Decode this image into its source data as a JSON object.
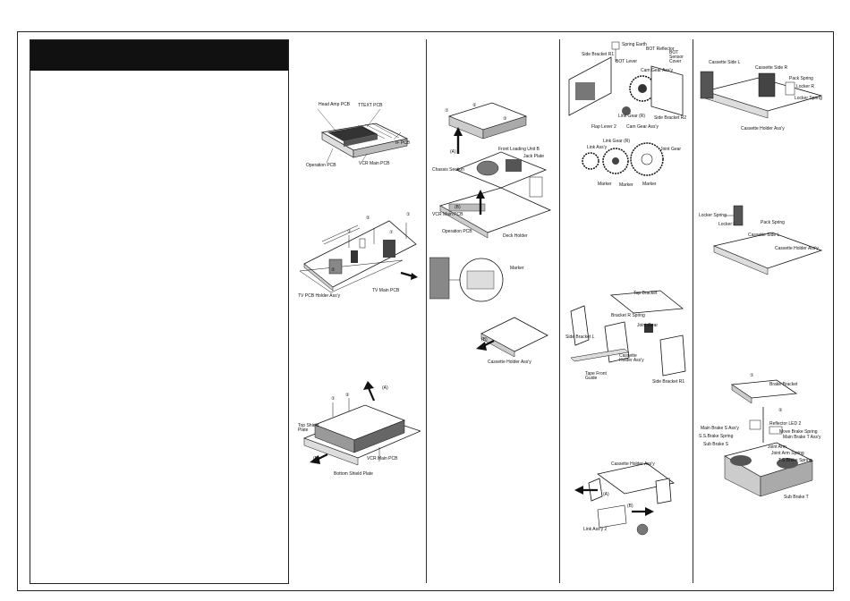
{
  "fig1": {
    "head_amp": "Head Amp PCB",
    "ttext": "TTEXT PCB",
    "if_pcb": "IF PCB",
    "operation": "Operation PCB",
    "vcr_main": "VCR Main PCB"
  },
  "fig2": {
    "tv_holder": "TV PCB Holder Ass'y",
    "tv_main": "TV Main PCB"
  },
  "fig3": {
    "top_shield": "Top Shield\nPlate",
    "vcr_main": "VCR Main PCB",
    "bottom_shield": "Bottom Shield Plate",
    "a": "(A)",
    "b": "(B)"
  },
  "fig4": {
    "front_loading": "Front Loading Unit B",
    "jack_plate": "Jack Plate",
    "chassis_section": "Chassis Section",
    "vcr_main": "VCR Main PCB",
    "operation": "Operation PCB",
    "deck_holder": "Deck Holder",
    "a": "(A)",
    "b": "(B)"
  },
  "fig5": {
    "marker": "Marker",
    "cassette_holder": "Cassette Holder Ass'y",
    "b": "(B)"
  },
  "fig6": {
    "spring_earth": "Spring Earth",
    "side_bracket_r1": "Side Bracket R1",
    "bot_reflector": "BOT Reflector",
    "bot_lever": "BOT Lever",
    "bot_sensor_cover": "BOT Sensor\nCover",
    "cam_gear": "Cam Gear Ass'y",
    "side_bracket_r2": "Side Bracket R2",
    "link_gear_r": "Link Gear (R)",
    "flap_lever": "Flap Lever 2",
    "cam_gear2": "Cam Gear Ass'y"
  },
  "fig7": {
    "link_gear_r": "Link Gear (R)",
    "link_assy": "Link Ass'y",
    "joint_gear": "Joint Gear",
    "marker1": "Marker",
    "marker2": "Marker",
    "marker3": "Marker"
  },
  "fig8": {
    "top_bracket": "Top Bracket",
    "bracket_r_spring": "Bracket R Spring",
    "joint gear": "Joint Gear",
    "side_bracket_l": "Side Bracket L",
    "cassette_holder": "Cassette\nHolder Ass'y",
    "tape_front_guide": "Tape Front\nGuide",
    "side_bracket_r1": "Side Bracket R1"
  },
  "fig9": {
    "cassette_holder": "Cassette Holder Ass'y",
    "link_assy2": "Link Ass'y 2",
    "a": "(A)",
    "b": "(B)"
  },
  "fig10": {
    "cassette_side_l": "Cassette Side L",
    "cassette_side_r": "Cassette Side R",
    "pack_spring": "Pack Spring",
    "locker_r": "Locker R",
    "locker_spring": "Locker Spring",
    "cassette_holder": "Cassette Holder Ass'y"
  },
  "fig11": {
    "locker_spring": "Locker Spring",
    "locker_l": "Locker L",
    "pack_spring": "Pack Spring",
    "cassette_side_l": "Cassette Side L",
    "cassette_holder": "Cassette Holder Ass'y"
  },
  "fig12": {
    "brake_bracket": "Brake Bracket",
    "reflector_led2": "Reflector LED 2",
    "main_brake_s": "Main Brake S Ass'y",
    "move_brake_spring": "Move Brake Spring",
    "ss_brake_spring": "S.S.Brake Spring",
    "main_brake_t": "Main Brake T Ass'y",
    "sub_brake_s": "Sub Brake S",
    "joint_arm": "Joint Arm",
    "joint_arm_spring": "Joint Arm Spring",
    "ts_brake_spring": "T.S.Brake Spring",
    "sub_brake_t": "Sub Brake T"
  },
  "numbers": {
    "n1": "①",
    "n2": "②",
    "n3": "③",
    "n4": "④",
    "n5": "⑤"
  }
}
